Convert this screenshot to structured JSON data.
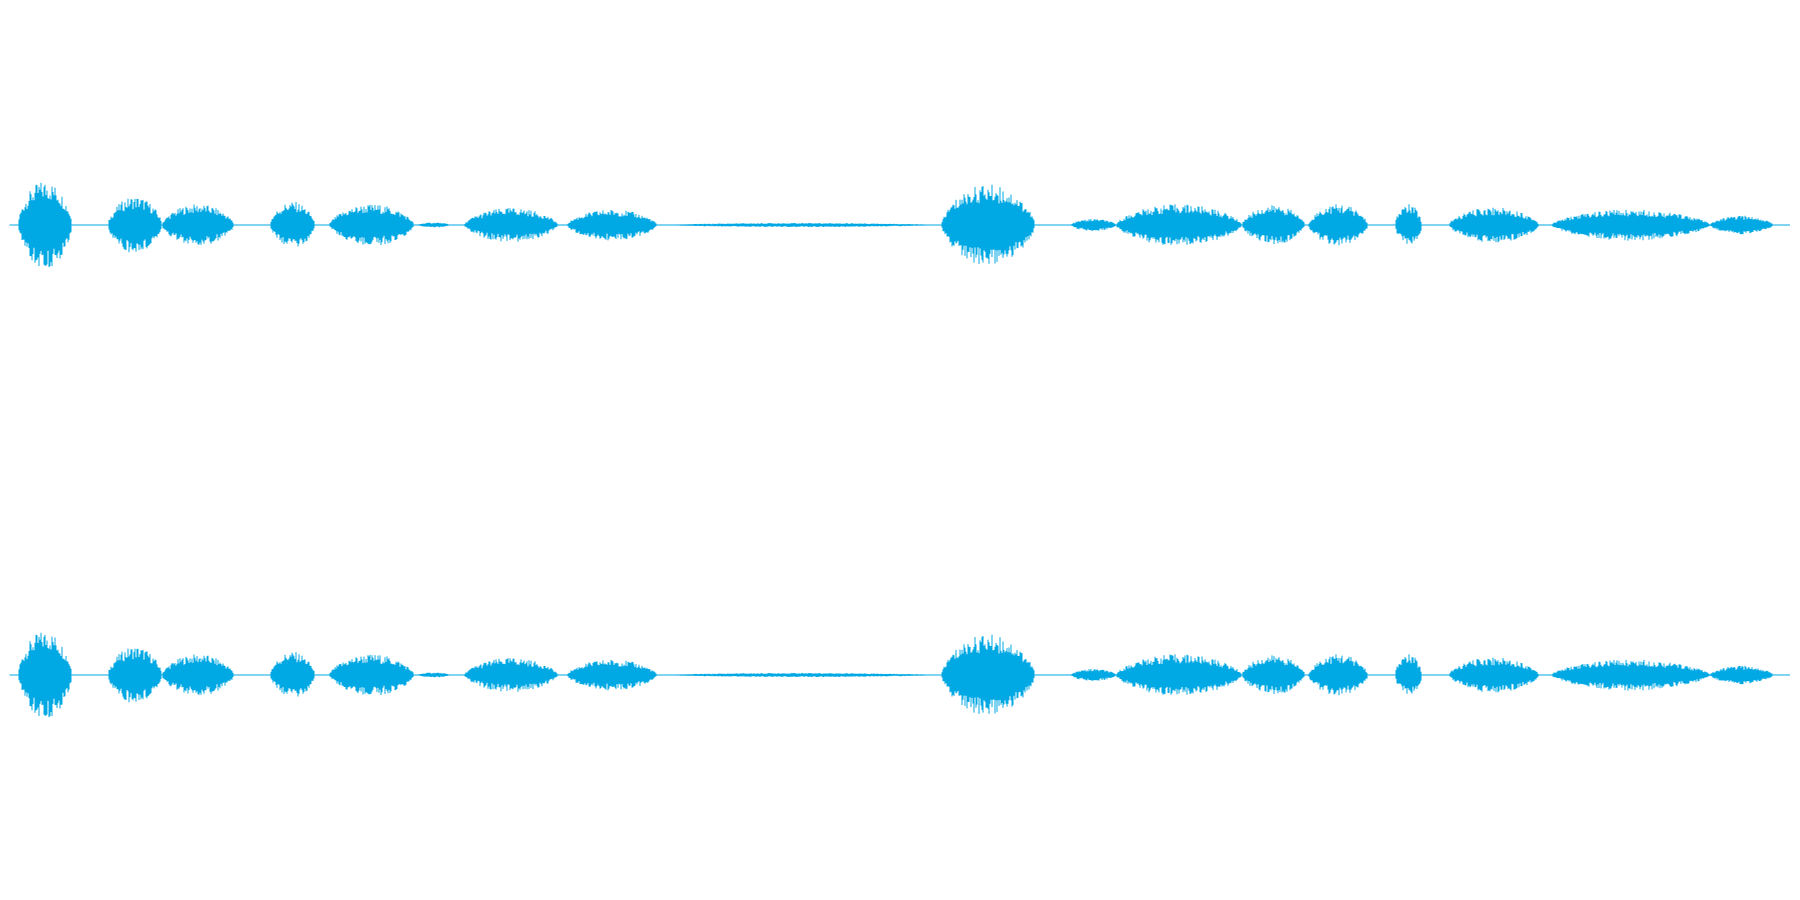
{
  "waveform": {
    "color": "#00a8e4",
    "background": "#ffffff",
    "channel_count": 2,
    "channels": [
      {
        "name": "left"
      },
      {
        "name": "right"
      }
    ],
    "segments": [
      {
        "start": 0.01,
        "end": 0.04,
        "amp": 0.85
      },
      {
        "start": 0.06,
        "end": 0.09,
        "amp": 0.55
      },
      {
        "start": 0.09,
        "end": 0.13,
        "amp": 0.4
      },
      {
        "start": 0.15,
        "end": 0.175,
        "amp": 0.45
      },
      {
        "start": 0.183,
        "end": 0.23,
        "amp": 0.4
      },
      {
        "start": 0.232,
        "end": 0.25,
        "amp": 0.05
      },
      {
        "start": 0.258,
        "end": 0.31,
        "amp": 0.33
      },
      {
        "start": 0.315,
        "end": 0.365,
        "amp": 0.3
      },
      {
        "start": 0.37,
        "end": 0.52,
        "amp": 0.04
      },
      {
        "start": 0.523,
        "end": 0.575,
        "amp": 0.78
      },
      {
        "start": 0.595,
        "end": 0.62,
        "amp": 0.12
      },
      {
        "start": 0.62,
        "end": 0.69,
        "amp": 0.4
      },
      {
        "start": 0.69,
        "end": 0.725,
        "amp": 0.38
      },
      {
        "start": 0.727,
        "end": 0.76,
        "amp": 0.4
      },
      {
        "start": 0.775,
        "end": 0.79,
        "amp": 0.4
      },
      {
        "start": 0.805,
        "end": 0.855,
        "amp": 0.34
      },
      {
        "start": 0.862,
        "end": 0.95,
        "amp": 0.3
      },
      {
        "start": 0.95,
        "end": 0.985,
        "amp": 0.18
      }
    ]
  }
}
